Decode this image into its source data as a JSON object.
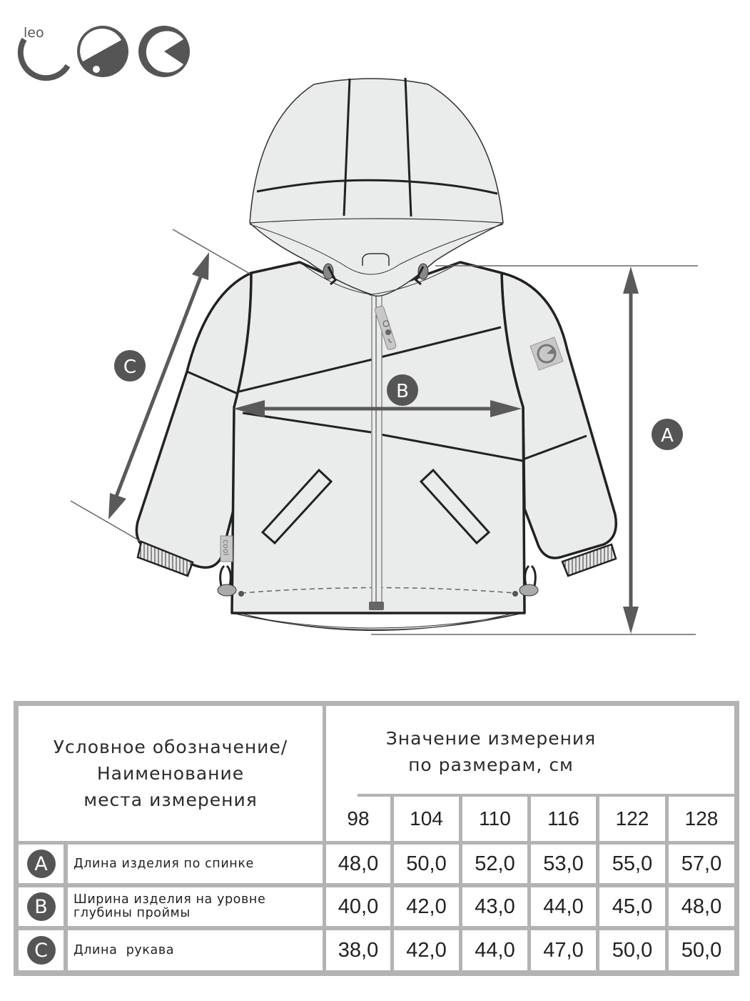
{
  "brand": {
    "logo_small_text": "leo",
    "logo_icon": "leo-cool-logo-icon",
    "color": "#555555"
  },
  "diagram": {
    "description": "Technical flat sketch of a hooded zip-up jacket with measurement arrows",
    "markers": {
      "A": "A",
      "B": "B",
      "C": "C"
    },
    "labels_on_garment": {
      "side_tag": "cool"
    },
    "colors": {
      "garment_fill": "#eaeceb",
      "outline": "#222222",
      "arrow": "#5a5a5a",
      "badge": "#555555"
    }
  },
  "table": {
    "header_left": [
      "Условное обозначение/",
      "Наименование",
      "места измерения"
    ],
    "header_right": [
      "Значение измерения",
      "по размерам, см"
    ],
    "sizes": [
      "98",
      "104",
      "110",
      "116",
      "122",
      "128"
    ],
    "rows": [
      {
        "letter": "A",
        "label": "Длина изделия по спинке",
        "values": [
          "48,0",
          "50,0",
          "52,0",
          "53,0",
          "55,0",
          "57,0"
        ]
      },
      {
        "letter": "B",
        "label": "Ширина изделия на уровне глубины проймы",
        "values": [
          "40,0",
          "42,0",
          "43,0",
          "44,0",
          "45,0",
          "48,0"
        ]
      },
      {
        "letter": "C",
        "label": "Длина  рукава",
        "values": [
          "38,0",
          "42,0",
          "44,0",
          "47,0",
          "50,0",
          "50,0"
        ]
      }
    ],
    "colors": {
      "grid": "#b3b3b3",
      "badge": "#555555"
    }
  }
}
